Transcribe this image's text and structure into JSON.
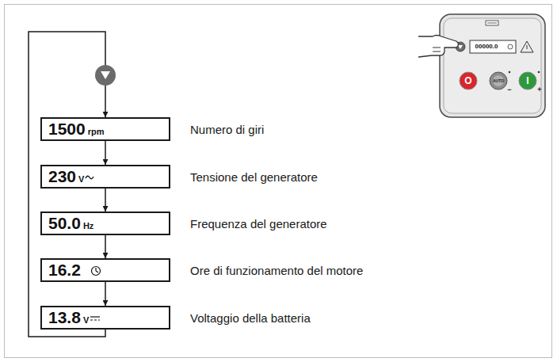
{
  "diagram": {
    "nodes": [
      {
        "text": [
          "1500",
          "rpm"
        ]
      },
      {
        "text": [
          "230",
          "V"
        ]
      },
      {
        "text": [
          "50.0",
          "Hz"
        ]
      },
      {
        "text": [
          "16.2"
        ]
      },
      {
        "text": [
          "13.8",
          "V"
        ]
      }
    ],
    "edges": [
      {
        "from": 0,
        "to": 1,
        "arrow": "to"
      },
      {
        "from": 1,
        "to": 2,
        "arrow": "to"
      },
      {
        "from": 2,
        "to": 3,
        "arrow": "to"
      },
      {
        "from": 3,
        "to": 4,
        "arrow": "to"
      },
      {
        "from": 4,
        "to": 0,
        "arrow": "to"
      }
    ],
    "labels": [
      "Numero di giri",
      "Tensione del generatore",
      "Frequenza del generatore",
      "Ore di funzionamento del motore",
      "Voltaggio della batteria",
      "00000.0",
      "O",
      "AUTO",
      "I",
      "−",
      "+"
    ]
  }
}
